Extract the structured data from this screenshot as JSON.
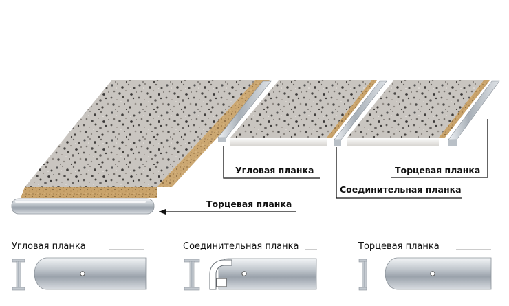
{
  "callouts": {
    "corner_strip": "Угловая планка",
    "connecting_strip": "Соединительная планка",
    "end_strip_right": "Торцевая планка",
    "end_strip_front": "Торцевая планка"
  },
  "profiles": {
    "corner": "Угловая планка",
    "connecting": "Соединительная планка",
    "end": "Торцевая планка"
  }
}
